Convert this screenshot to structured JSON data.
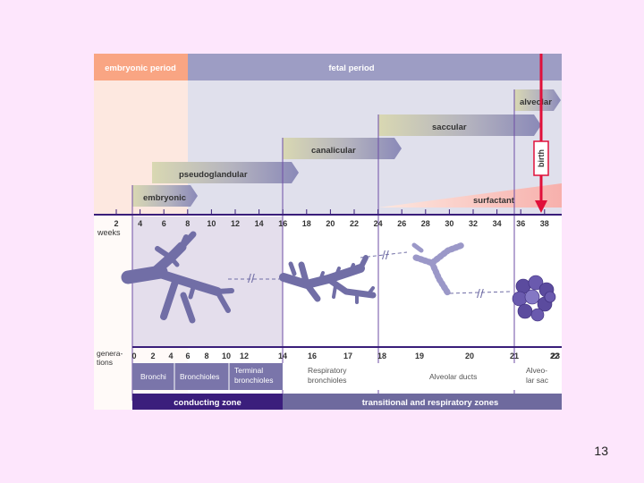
{
  "periods": {
    "embryonic": "embryonic period",
    "fetal": "fetal period"
  },
  "stages": [
    {
      "key": "alveolar",
      "label": "alveolar"
    },
    {
      "key": "saccular",
      "label": "saccular"
    },
    {
      "key": "canalicular",
      "label": "canalicular"
    },
    {
      "key": "pseudoglandular",
      "label": "pseudoglandular"
    },
    {
      "key": "embryonic",
      "label": "embryonic"
    }
  ],
  "birth_label": "birth",
  "surfactant_label": "surfactant",
  "weeks": {
    "unit_label": "weeks",
    "ticks": [
      "2",
      "4",
      "6",
      "8",
      "10",
      "12",
      "14",
      "16",
      "18",
      "20",
      "22",
      "24",
      "26",
      "28",
      "30",
      "32",
      "34",
      "36",
      "38"
    ]
  },
  "generations": {
    "axis_label_line1": "genera-",
    "axis_label_line2": "tions",
    "ticks": [
      "0",
      "2",
      "4",
      "6",
      "8",
      "10",
      "12",
      "14",
      "16",
      "17",
      "18",
      "19",
      "20",
      "21",
      "22",
      "23"
    ]
  },
  "airway_segments": [
    {
      "key": "bronchi",
      "line1": "Bronchi",
      "line2": ""
    },
    {
      "key": "bronchioles",
      "line1": "Bronchioles",
      "line2": ""
    },
    {
      "key": "terminal-bronchioles",
      "line1": "Terminal",
      "line2": "bronchioles"
    },
    {
      "key": "respiratory-bronchioles",
      "line1": "Respiratory",
      "line2": "bronchioles"
    },
    {
      "key": "alveolar-ducts",
      "line1": "Alveolar ducts",
      "line2": ""
    },
    {
      "key": "alveolar-sac",
      "line1": "Alveo-",
      "line2": "lar sac"
    }
  ],
  "zones": {
    "conducting": "conducting zone",
    "transitional": "transitional and respiratory zones"
  },
  "page_number": "13",
  "colors": {
    "embryonic_period_bg": "#f9a583",
    "fetal_period_bg": "#9d9dc4",
    "embryonic_area": "#fde8e0",
    "fetal_area": "#e0e0ec",
    "stage_arrow_light": "#d6d6b0",
    "stage_arrow_dark": "#8a89b8",
    "birth_line": "#e0103a",
    "axis_line": "#3a1e7a",
    "airway_fill": "#716ea6",
    "sac_fill": "#5b4b9e",
    "conducting_zone_bg": "#3b1e7c",
    "transitional_zone_bg": "#6e6a9e"
  }
}
